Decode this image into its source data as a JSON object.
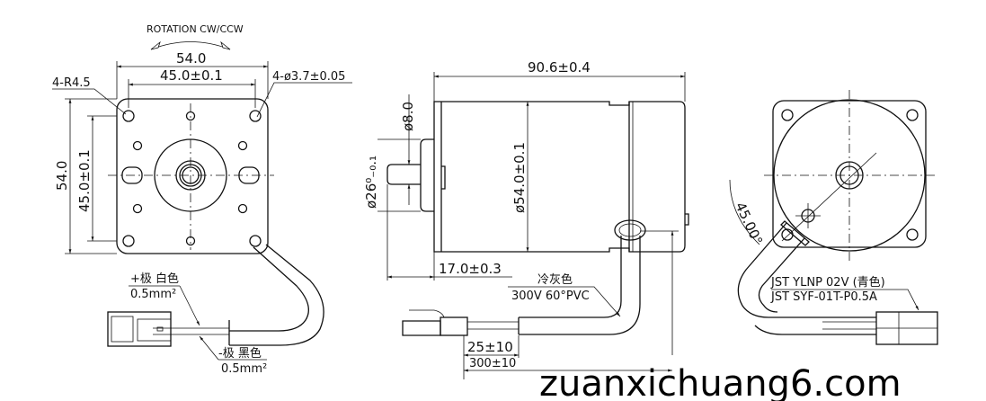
{
  "front_view": {
    "rotation_label": "ROTATION CW/CCW",
    "width_outer": "54.0",
    "width_holes": "45.0±0.1",
    "corner_radius": "4-R4.5",
    "hole_diameter": "4-ø3.7±0.05",
    "height_outer": "54.0",
    "height_holes": "45.0±0.1",
    "positive_lead": "+极 白色",
    "positive_gauge": "0.5mm²",
    "negative_lead": "-极 黑色",
    "negative_gauge": "0.5mm²"
  },
  "side_view": {
    "length": "90.6±0.4",
    "shaft_diameter": "ø8.0",
    "boss_diameter": "ø26⁰₋₀.₁",
    "body_diameter": "ø54.0±0.1",
    "shaft_length": "17.0±0.3",
    "cable_color": "冷灰色",
    "cable_spec": "300V 60°PVC",
    "strip_length": "25±10",
    "cable_length": "300±10"
  },
  "rear_view": {
    "angle": "45.00°",
    "connector_housing": "JST YLNP 02V (青色)",
    "connector_terminal": "JST SYF-01T-P0.5A"
  },
  "watermark": "zuanxichuang6.com"
}
